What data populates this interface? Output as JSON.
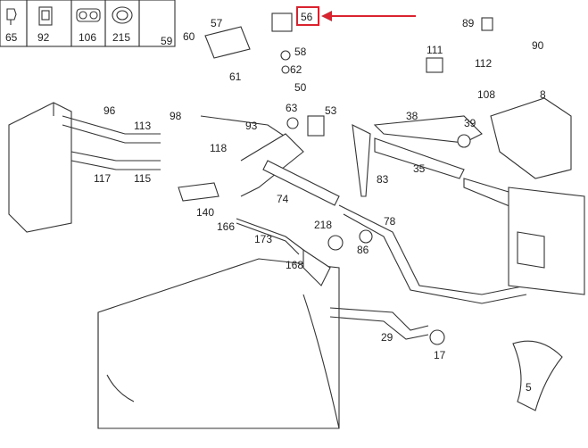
{
  "legend_boxes": [
    {
      "label": "65",
      "icon": "clip-icon"
    },
    {
      "label": "92",
      "icon": "bracket-icon"
    },
    {
      "label": "106",
      "icon": "double-clamp-icon"
    },
    {
      "label": "215",
      "icon": "hose-clamp-icon"
    }
  ],
  "highlight": {
    "label": "56",
    "color": "#d9232f"
  },
  "callouts": [
    "57",
    "59",
    "60",
    "61",
    "58",
    "62",
    "50",
    "89",
    "90",
    "111",
    "112",
    "108",
    "8",
    "96",
    "113",
    "98",
    "93",
    "63",
    "53",
    "38",
    "39",
    "35",
    "117",
    "115",
    "118",
    "74",
    "83",
    "140",
    "166",
    "173",
    "218",
    "86",
    "78",
    "168",
    "29",
    "17",
    "5"
  ]
}
